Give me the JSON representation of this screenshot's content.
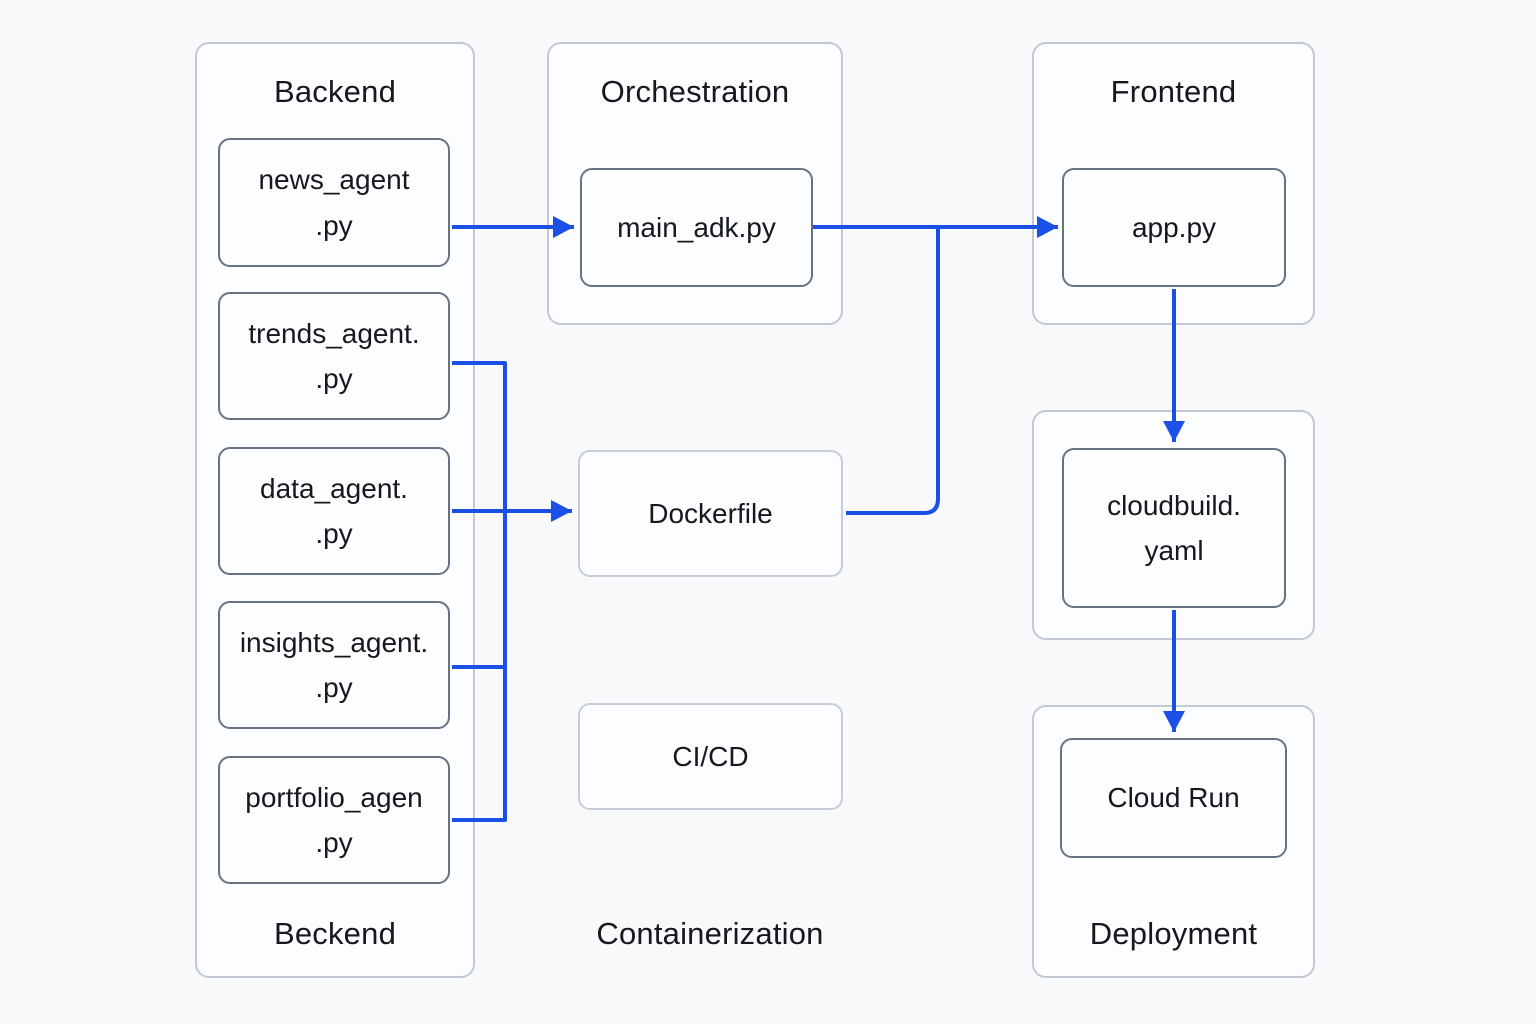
{
  "accent": "#1a50e6",
  "diagram": {
    "backend": {
      "top_label": "Backend",
      "bottom_label": "Beckend",
      "nodes": [
        {
          "label": "news_agent\n.py"
        },
        {
          "label": "trends_agent.\n.py"
        },
        {
          "label": "data_agent.\n.py"
        },
        {
          "label": "insights_agent.\n.py"
        },
        {
          "label": "portfolio_agen\n.py"
        }
      ]
    },
    "orchestration": {
      "top_label": "Orchestration",
      "node_label": "main_adk.py"
    },
    "containerization": {
      "dockerfile_label": "Dockerfile",
      "cicd_label": "CI/CD",
      "bottom_label": "Containerization"
    },
    "frontend": {
      "top_label": "Frontend",
      "node_label": "app.py"
    },
    "cloudbuild": {
      "node_label": "cloudbuild.\nyaml"
    },
    "deployment": {
      "node_label": "Cloud Run",
      "bottom_label": "Deployment"
    },
    "connections": [
      {
        "from": "news_agent.py",
        "to": "main_adk.py",
        "arrow": true
      },
      {
        "from": "main_adk.py",
        "to": "app.py",
        "arrow": true
      },
      {
        "from": "main_adk.py-app.py-line",
        "to": "Dockerfile",
        "arrow": false
      },
      {
        "from": "trends_agent.py",
        "to": "Dockerfile",
        "arrow": false
      },
      {
        "from": "data_agent.py",
        "to": "Dockerfile",
        "arrow": true
      },
      {
        "from": "insights_agent.py",
        "to": "Dockerfile",
        "arrow": false
      },
      {
        "from": "portfolio_agen.py",
        "to": "Dockerfile",
        "arrow": false
      },
      {
        "from": "app.py",
        "to": "cloudbuild.yaml",
        "arrow": true
      },
      {
        "from": "cloudbuild.yaml",
        "to": "Cloud Run",
        "arrow": true
      }
    ]
  }
}
